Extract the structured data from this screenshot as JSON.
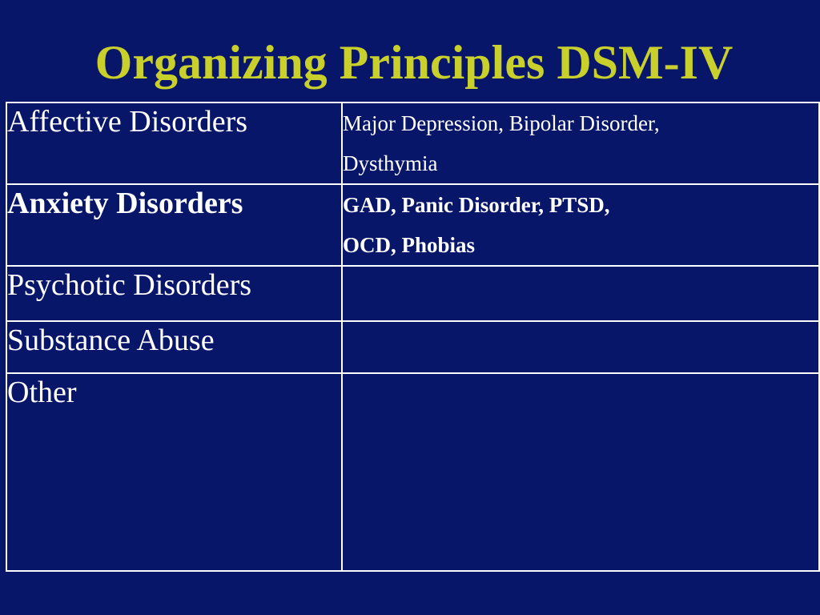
{
  "slide": {
    "title": "Organizing Principles DSM-IV",
    "colors": {
      "background": "#08166a",
      "title": "#c9d02b",
      "text": "#ffffff",
      "border": "#ffffff"
    }
  },
  "table": {
    "rows": [
      {
        "category": "Affective Disorders",
        "details_lines": [
          "Major Depression, Bipolar Disorder,",
          "Dysthymia"
        ],
        "bold": false
      },
      {
        "category": "Anxiety Disorders",
        "details_lines": [
          "GAD, Panic Disorder, PTSD,",
          "OCD, Phobias"
        ],
        "bold": true
      },
      {
        "category": "Psychotic Disorders",
        "details_lines": [],
        "bold": false
      },
      {
        "category": "Substance Abuse",
        "details_lines": [],
        "bold": false
      },
      {
        "category": "Other",
        "details_lines": [],
        "bold": false
      }
    ]
  }
}
